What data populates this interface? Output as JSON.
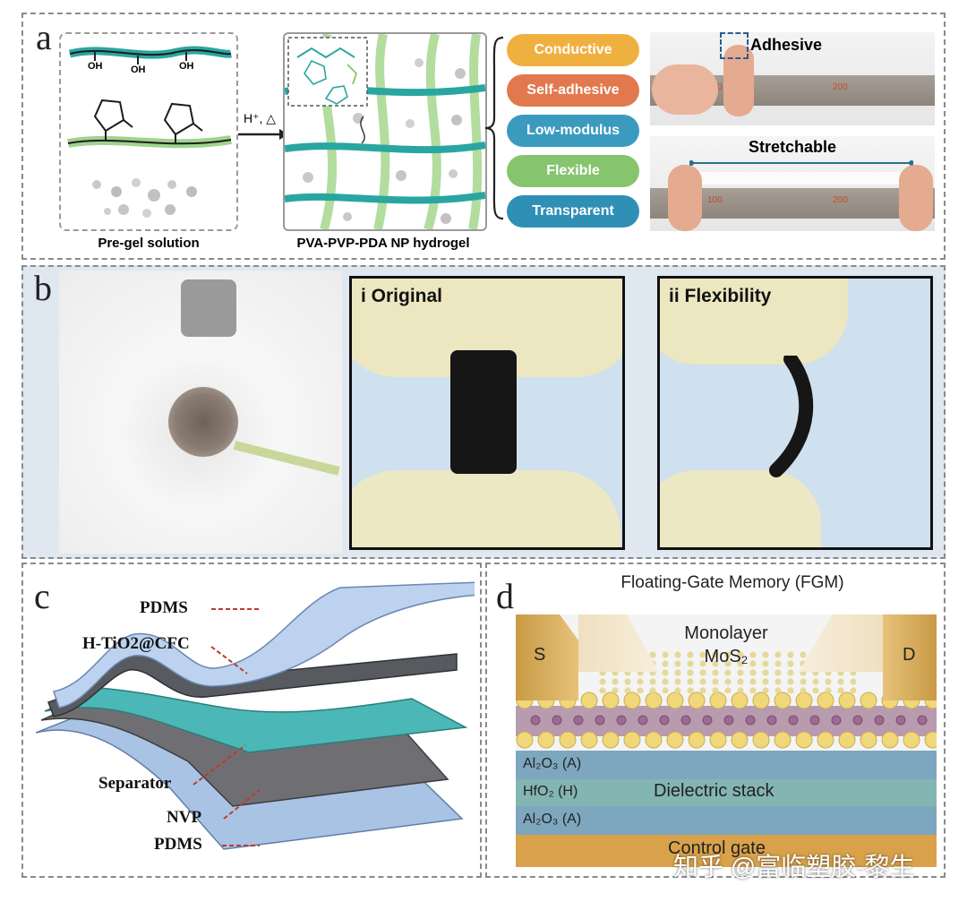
{
  "panel_a": {
    "label": "a",
    "oh": [
      "OH",
      "OH",
      "OH"
    ],
    "pregel_caption": "Pre-gel solution",
    "arrow_label": "H⁺, △",
    "hydrogel_caption": "PVA-PVP-PDA NP hydrogel",
    "properties": [
      {
        "text": "Conductive",
        "color": "#f0b040"
      },
      {
        "text": "Self-adhesive",
        "color": "#e2784e"
      },
      {
        "text": "Low-modulus",
        "color": "#3b9bbf"
      },
      {
        "text": "Flexible",
        "color": "#86c46e"
      },
      {
        "text": "Transparent",
        "color": "#2f8fb5"
      }
    ],
    "adhesive_label": "Adhesive",
    "stretchable_label": "Stretchable",
    "ruler_numbers": [
      "100",
      "200"
    ]
  },
  "panel_b": {
    "label": "b",
    "original_label": "i Original",
    "flexibility_label": "ii Flexibility"
  },
  "panel_c": {
    "label": "c",
    "layers": [
      "PDMS",
      "H-TiO2@CFC",
      "Separator",
      "NVP",
      "PDMS"
    ]
  },
  "panel_d": {
    "label": "d",
    "title": "Floating-Gate Memory (FGM)",
    "source": "S",
    "drain": "D",
    "monolayer": "Monolayer",
    "mos2": "MoS₂",
    "layers": [
      "Al₂O₃ (A)",
      "HfO₂ (H)",
      "Al₂O₃ (A)"
    ],
    "dielectric_label": "Dielectric stack",
    "control_gate": "Control gate"
  },
  "watermark": "知乎 @富临塑胶-黎生"
}
